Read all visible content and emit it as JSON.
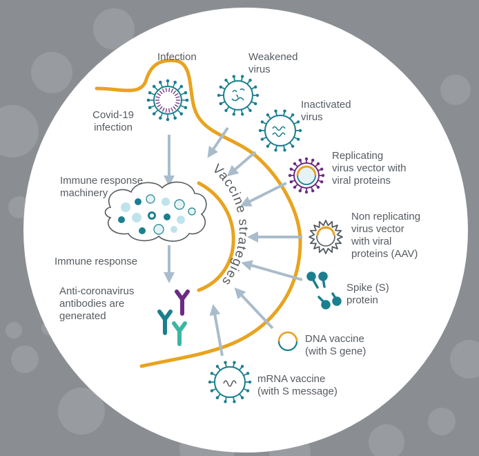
{
  "diagram": {
    "center_title": "Vaccine strategies",
    "left_flow": {
      "infection": "Infection",
      "covid_infection": "Covid-19\ninfection",
      "immune_machinery": "Immune response\nmachinery",
      "immune_response": "Immune response",
      "antibodies": "Anti-coronavirus\nantibodies are\ngenerated"
    },
    "strategies": [
      {
        "label": "Weakened\nvirus",
        "icon": "weakened-virus-icon"
      },
      {
        "label": "Inactivated\nvirus",
        "icon": "inactivated-virus-icon"
      },
      {
        "label": "Replicating\nvirus vector with\nviral proteins",
        "icon": "replicating-vector-icon"
      },
      {
        "label": "Non replicating\nvirus vector\nwith viral\nproteins (AAV)",
        "icon": "non-replicating-vector-icon"
      },
      {
        "label": "Spike (S)\nprotein",
        "icon": "spike-protein-icon"
      },
      {
        "label": "DNA vaccine\n(with S gene)",
        "icon": "dna-vaccine-icon"
      },
      {
        "label": "mRNA vaccine\n(with S message)",
        "icon": "mrna-vaccine-icon"
      }
    ],
    "colors": {
      "background": "#8a8e93",
      "circle": "#ffffff",
      "arc": "#e8a320",
      "teal": "#1a7f8f",
      "purple": "#6b2c83",
      "green": "#3bb6a3",
      "arrow": "#a9bccb",
      "text": "#555b61"
    }
  }
}
